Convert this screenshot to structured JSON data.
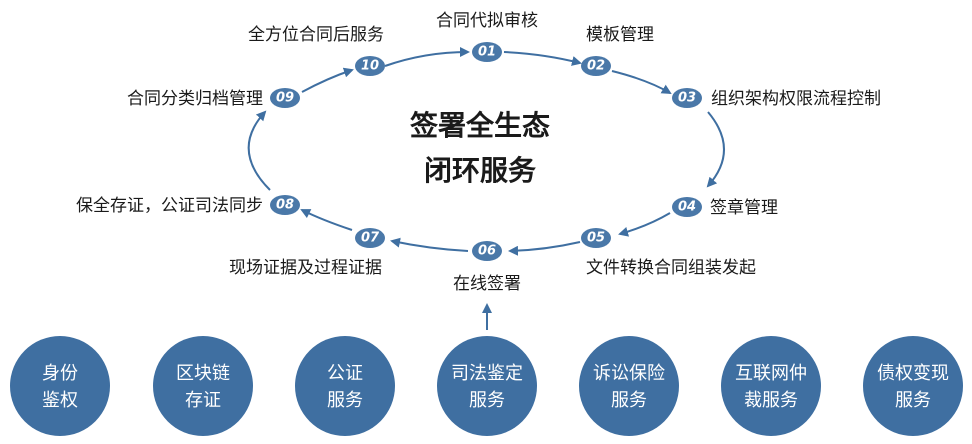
{
  "colors": {
    "accent": "#3f6fa1",
    "badge": "#4a78a8",
    "text": "#1a1a1a"
  },
  "center": {
    "line1": "签署全生态",
    "line2": "闭环服务"
  },
  "steps": [
    {
      "num": "01",
      "label": "合同代拟审核"
    },
    {
      "num": "02",
      "label": "模板管理"
    },
    {
      "num": "03",
      "label": "组织架构权限流程控制"
    },
    {
      "num": "04",
      "label": "签章管理"
    },
    {
      "num": "05",
      "label": "文件转换合同组装发起"
    },
    {
      "num": "06",
      "label": "在线签署"
    },
    {
      "num": "07",
      "label": "现场证据及过程证据"
    },
    {
      "num": "08",
      "label": "保全存证，公证司法同步"
    },
    {
      "num": "09",
      "label": "合同分类归档管理"
    },
    {
      "num": "10",
      "label": "全方位合同后服务"
    }
  ],
  "services": [
    {
      "line1": "身份",
      "line2": "鉴权"
    },
    {
      "line1": "区块链",
      "line2": "存证"
    },
    {
      "line1": "公证",
      "line2": "服务"
    },
    {
      "line1": "司法鉴定",
      "line2": "服务"
    },
    {
      "line1": "诉讼保险",
      "line2": "服务"
    },
    {
      "line1": "互联网仲",
      "line2": "裁服务"
    },
    {
      "line1": "债权变现",
      "line2": "服务"
    }
  ]
}
